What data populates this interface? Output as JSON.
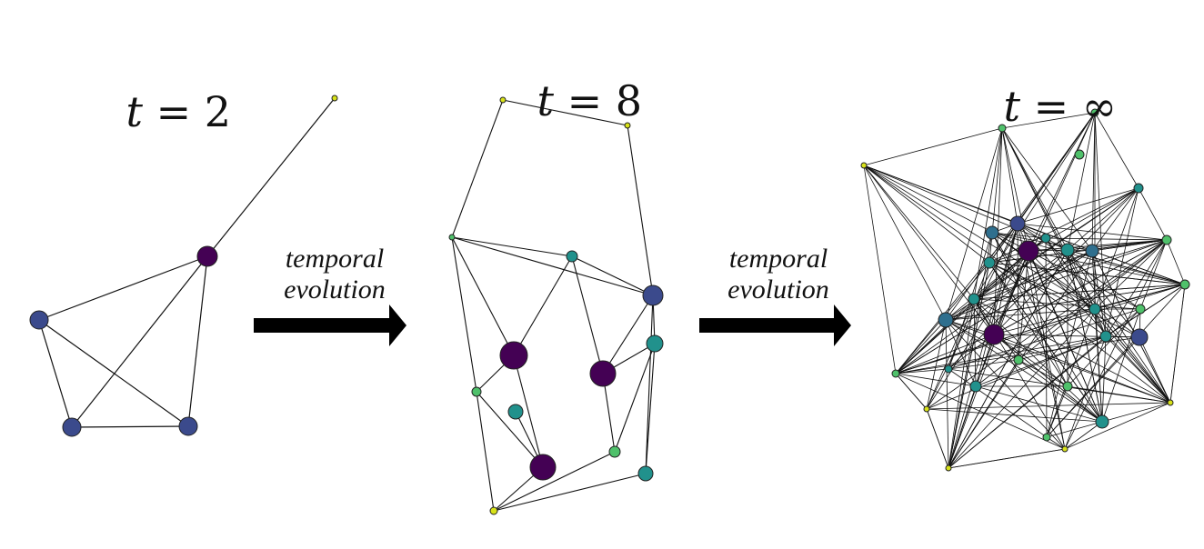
{
  "titles": [
    {
      "var": "t",
      "rest": " = 2"
    },
    {
      "var": "t",
      "rest": " = 8"
    },
    {
      "var": "t",
      "rest": " = ∞"
    }
  ],
  "arrows": [
    {
      "line1": "temporal",
      "line2": "evolution"
    },
    {
      "line1": "temporal",
      "line2": "evolution"
    }
  ],
  "colors": {
    "purple": "#9b7ea6",
    "blue": "#4e7d9a",
    "yellow": "#fbf19a",
    "teal": "#3f9b8e",
    "green": "#63c98f",
    "node_dark": "#440154",
    "node_indigo": "#3b4a8c",
    "node_blue": "#2f6f8e",
    "node_teal": "#21918c",
    "node_green": "#4fc16b",
    "node_yellow": "#d8e219",
    "edge": "#111111"
  }
}
